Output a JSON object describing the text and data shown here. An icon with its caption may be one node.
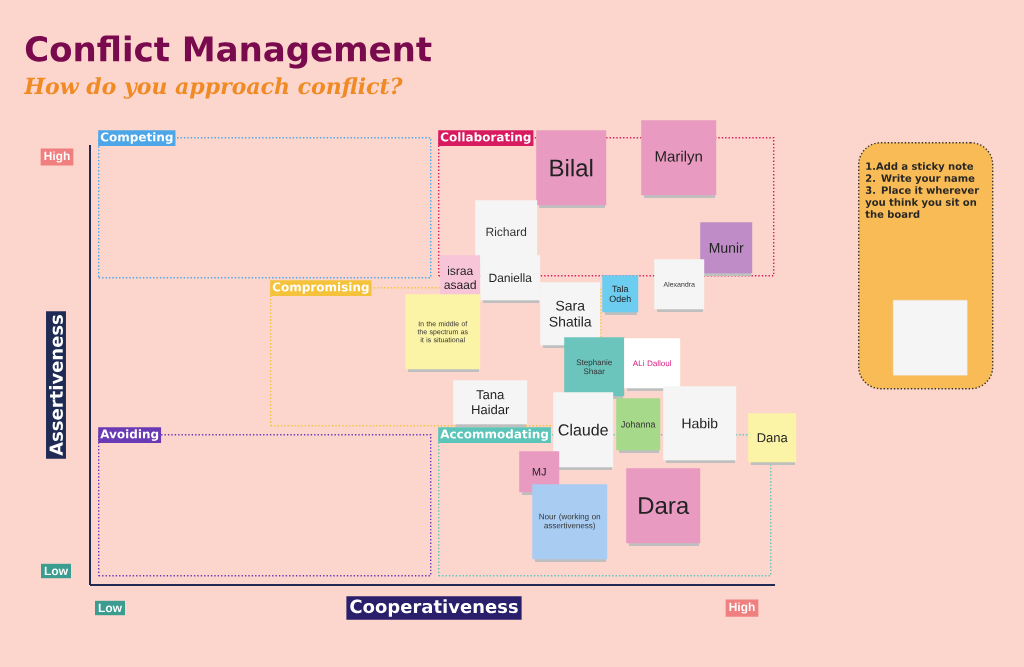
{
  "diagram": {
    "title": "Conflict Management",
    "nodes": [
      {
        "text": [
          "Competing"
        ]
      },
      {
        "text": [
          "Collaborating"
        ]
      },
      {
        "text": [
          "Compromising"
        ]
      },
      {
        "text": [
          "Avoiding"
        ]
      },
      {
        "text": [
          "Accommodating"
        ]
      },
      {
        "text": [
          "1.Add a sticky note 2. Write your name 3. Place it wherever you think you sit on the board"
        ]
      },
      {
        "text": [],
        "shape": "box",
        "in": 5
      },
      {
        "text": [
          "Bilal"
        ]
      },
      {
        "text": [
          "Marilyn"
        ]
      },
      {
        "text": [
          "Richard"
        ],
        "in": 1
      },
      {
        "text": [
          "Munir"
        ],
        "in": 1
      },
      {
        "text": [
          "israa asaad"
        ]
      },
      {
        "text": [
          "Daniella"
        ]
      },
      {
        "text": [
          "Sara Shatila"
        ]
      },
      {
        "text": [
          "Tala Odeh"
        ]
      },
      {
        "text": [
          "Alexandra"
        ]
      },
      {
        "text": [
          "In the middle of the spectrum as it is situational"
        ],
        "in": 2
      },
      {
        "text": [
          "Stephanie Shaar"
        ]
      },
      {
        "text": [
          "ALi Dalloul"
        ]
      },
      {
        "text": [
          "Tana Haidar"
        ],
        "in": 2
      },
      {
        "text": [
          "Claude"
        ]
      },
      {
        "text": [
          "Johanna"
        ]
      },
      {
        "text": [
          "Habib"
        ]
      },
      {
        "text": [
          "Dana"
        ]
      },
      {
        "text": [
          "MJ"
        ],
        "in": 4
      },
      {
        "text": [
          "Nour (working on assertiveness)"
        ],
        "in": 4
      },
      {
        "text": [
          "Dara"
        ],
        "in": 4
      }
    ],
    "labels": [
      "How do you approach conflict?",
      "High",
      "Assertiveness",
      "Low",
      "Low",
      "Cooperativeness",
      "High"
    ]
  }
}
